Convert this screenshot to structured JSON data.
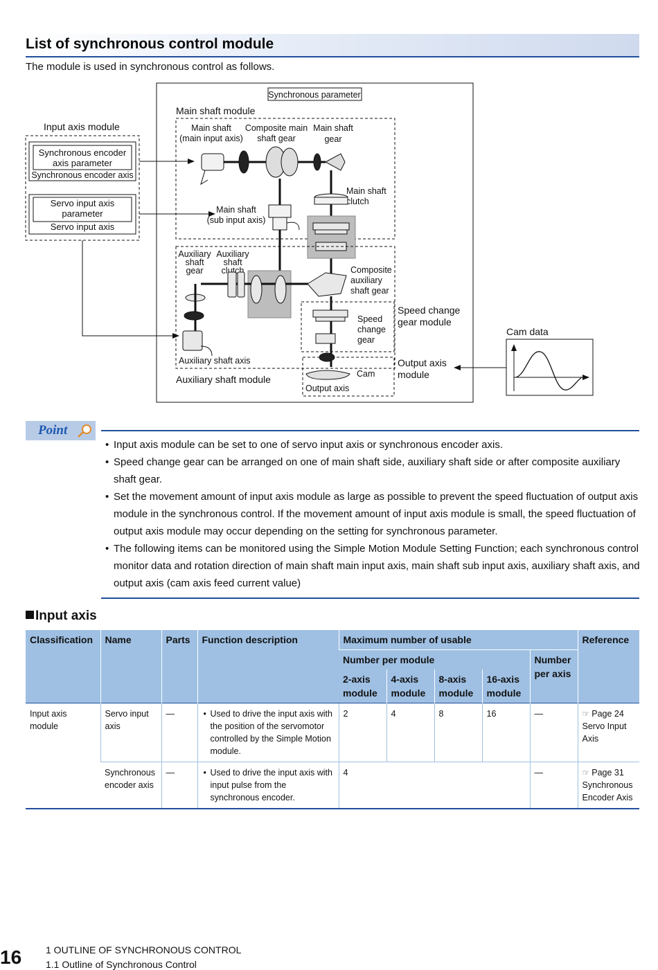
{
  "heading": "List of synchronous control module",
  "intro": "The module is used in synchronous control as follows.",
  "diagram": {
    "sync_param": "Synchronous parameter",
    "main_shaft_module": "Main shaft module",
    "input_axis_module": "Input axis module",
    "sync_encoder_param_1": "Synchronous encoder",
    "sync_encoder_param_2": "axis parameter",
    "sync_encoder_axis": "Synchronous encoder axis",
    "servo_param_1": "Servo input axis",
    "servo_param_2": "parameter",
    "servo_input_axis": "Servo input axis",
    "main_shaft_main_1": "Main shaft",
    "main_shaft_main_2": "(main input axis)",
    "composite_main_1": "Composite main",
    "composite_main_2": "shaft gear",
    "main_shaft_gear_1": "Main shaft",
    "main_shaft_gear_2": "gear",
    "main_shaft_clutch_1": "Main shaft",
    "main_shaft_clutch_2": "clutch",
    "main_shaft_sub_1": "Main shaft",
    "main_shaft_sub_2": "(sub input axis)",
    "aux_gear_1": "Auxiliary",
    "aux_gear_2": "shaft",
    "aux_gear_3": "gear",
    "aux_clutch_1": "Auxiliary",
    "aux_clutch_2": "shaft",
    "aux_clutch_3": "clutch",
    "composite_aux_1": "Composite",
    "composite_aux_2": "auxiliary",
    "composite_aux_3": "shaft gear",
    "speed_change_1": "Speed",
    "speed_change_2": "change",
    "speed_change_3": "gear",
    "speed_change_module_1": "Speed change",
    "speed_change_module_2": "gear module",
    "cam_data": "Cam data",
    "aux_shaft_axis": "Auxiliary shaft axis",
    "aux_shaft_module": "Auxiliary shaft module",
    "cam": "Cam",
    "output_axis": "Output axis",
    "output_axis_module_1": "Output axis",
    "output_axis_module_2": "module"
  },
  "point": {
    "label": "Point",
    "items": [
      "Input axis module can be set to one of servo input axis or synchronous encoder axis.",
      "Speed change gear can be arranged on one of main shaft side, auxiliary shaft side or after composite auxiliary shaft gear.",
      "Set the movement amount of input axis module as large as possible to prevent the speed fluctuation of output axis module in the synchronous control. If the movement amount of input axis module is small, the speed fluctuation of output axis module may occur depending on the setting for synchronous parameter.",
      "The following items can be monitored using the Simple Motion Module Setting Function; each synchronous control monitor data and rotation direction of main shaft main input axis, main shaft sub input axis, auxiliary shaft axis, and output axis (cam axis feed current value)"
    ]
  },
  "section": "Input axis",
  "table": {
    "headers": {
      "classification": "Classification",
      "name": "Name",
      "parts": "Parts",
      "function": "Function description",
      "max": "Maximum number of usable",
      "reference": "Reference",
      "per_module": "Number per module",
      "per_axis": "Number per axis",
      "axis2": "2-axis module",
      "axis4": "4-axis module",
      "axis8": "8-axis module",
      "axis16": "16-axis module"
    },
    "rows": [
      {
        "classification": "Input axis module",
        "name": "Servo input axis",
        "parts": "—",
        "function": "Used to drive the input axis with the position of the servomotor controlled by the Simple Motion module.",
        "v2": "2",
        "v4": "4",
        "v8": "8",
        "v16": "16",
        "per_axis": "—",
        "ref_icon": "☞",
        "ref_page": "Page 24",
        "ref_text": "Servo Input Axis"
      },
      {
        "classification": "",
        "name": "Synchronous encoder axis",
        "parts": "—",
        "function": "Used to drive the input axis with input pulse from the synchronous encoder.",
        "v_all": "4",
        "per_axis": "—",
        "ref_icon": "☞",
        "ref_page": "Page 31",
        "ref_text": "Synchronous Encoder Axis"
      }
    ]
  },
  "footer": {
    "page": "16",
    "chapter": "1  OUTLINE OF SYNCHRONOUS CONTROL",
    "subchapter": "1.1  Outline of Synchronous Control"
  }
}
